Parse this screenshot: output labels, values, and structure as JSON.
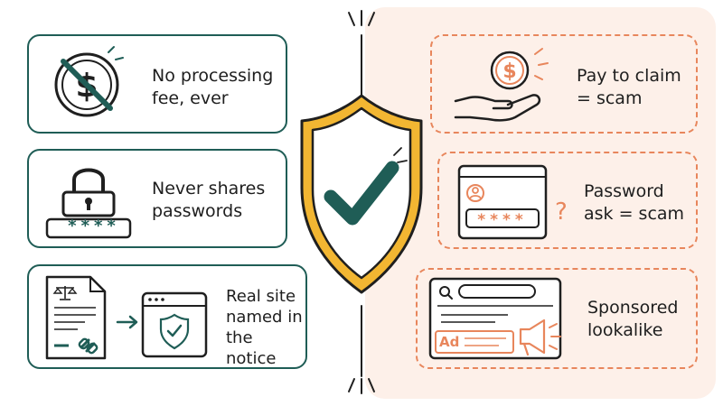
{
  "colors": {
    "safe_stroke": "#1f5d56",
    "scam_stroke": "#e8865c",
    "scam_background": "#fdf0e9",
    "shield_gold": "#f2b632",
    "check_teal": "#1f5d56"
  },
  "safe_cards": [
    {
      "icon": "no-dollar-icon",
      "text": "No processing\nfee, ever"
    },
    {
      "icon": "padlock-password-icon",
      "text": "Never shares\npasswords"
    },
    {
      "icon": "legal-notice-to-site-icon",
      "text": "Real site\nnamed in\nthe notice"
    }
  ],
  "scam_cards": [
    {
      "icon": "hand-coin-icon",
      "text": "Pay to claim\n= scam"
    },
    {
      "icon": "login-window-question-icon",
      "text": "Password\nask = scam",
      "mask": "****",
      "question_mark": "?"
    },
    {
      "icon": "search-ad-megaphone-icon",
      "text": "Sponsored\nlookalike",
      "ad_badge": "Ad"
    }
  ],
  "center": {
    "icon": "shield-check-icon"
  },
  "password_mask": "****"
}
